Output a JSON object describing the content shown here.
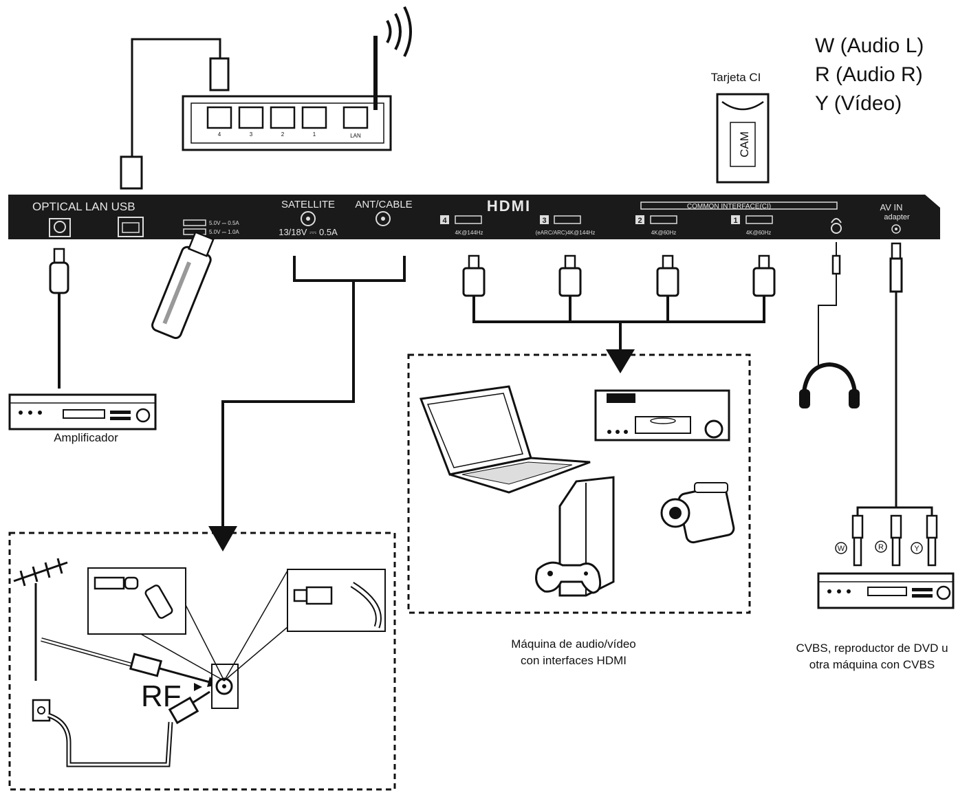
{
  "panel": {
    "optical_lan_usb": "OPTICAL LAN USB",
    "usb_rating_1": "5.0V ⎓ 0.5A",
    "usb_rating_2": "5.0V ⎓ 1.0A",
    "satellite": "SATELLITE",
    "satellite_rating": "13/18V ⎓ 0.5A",
    "ant_cable": "ANT/CABLE",
    "hdmi_logo": "HDMI",
    "hdmi_ports": [
      {
        "num": "4",
        "spec": "4K@144Hz"
      },
      {
        "num": "3",
        "spec": "(eARC/ARC)4K@144Hz"
      },
      {
        "num": "2",
        "spec": "4K@60Hz"
      },
      {
        "num": "1",
        "spec": "4K@60Hz"
      }
    ],
    "common_interface": "COMMON INTERFACE(CI)",
    "av_in": "AV IN",
    "adapter": "adapter"
  },
  "router": {
    "ports": [
      "4",
      "3",
      "2",
      "1"
    ],
    "lan": "LAN"
  },
  "ci_card": {
    "title": "Tarjeta CI",
    "cam": "CAM"
  },
  "legend": {
    "w": "W (Audio L)",
    "r": "R (Audio R)",
    "y": "Y (Vídeo)"
  },
  "amplifier": "Amplificador",
  "rf": "RF",
  "hdmi_caption": {
    "line1": "Máquina de audio/vídeo",
    "line2": "con interfaces HDMI"
  },
  "cvbs_caption": {
    "line1": "CVBS, reproductor de DVD u",
    "line2": "otra máquina con CVBS"
  },
  "rca": {
    "w": "W",
    "r": "R",
    "y": "Y"
  }
}
